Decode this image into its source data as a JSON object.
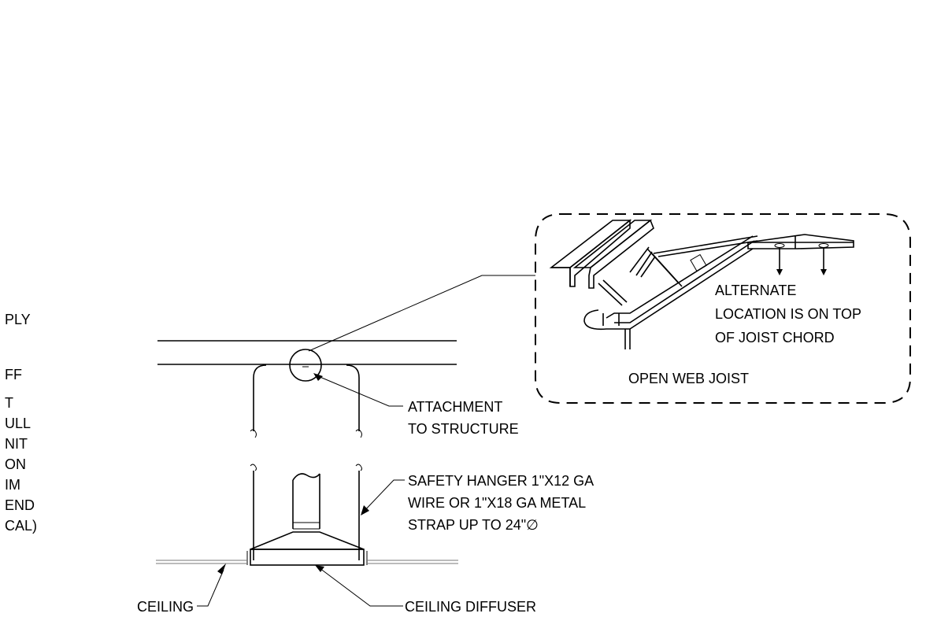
{
  "left_notes": [
    "PLY",
    "FF",
    "T",
    "ULL",
    "NIT",
    "ON",
    "IM",
    "END",
    "CAL)"
  ],
  "labels": {
    "attachment": [
      "ATTACHMENT",
      "TO STRUCTURE"
    ],
    "safety_hanger": [
      "SAFETY HANGER 1\"X12 GA",
      "WIRE OR 1\"X18 GA METAL",
      "STRAP UP TO 24\"∅"
    ],
    "ceiling": "CEILING",
    "ceiling_diffuser": "CEILING DIFFUSER"
  },
  "detail": {
    "alternate": [
      "ALTERNATE",
      "LOCATION IS ON TOP",
      "OF JOIST CHORD"
    ],
    "joist_label": "OPEN WEB JOIST"
  }
}
